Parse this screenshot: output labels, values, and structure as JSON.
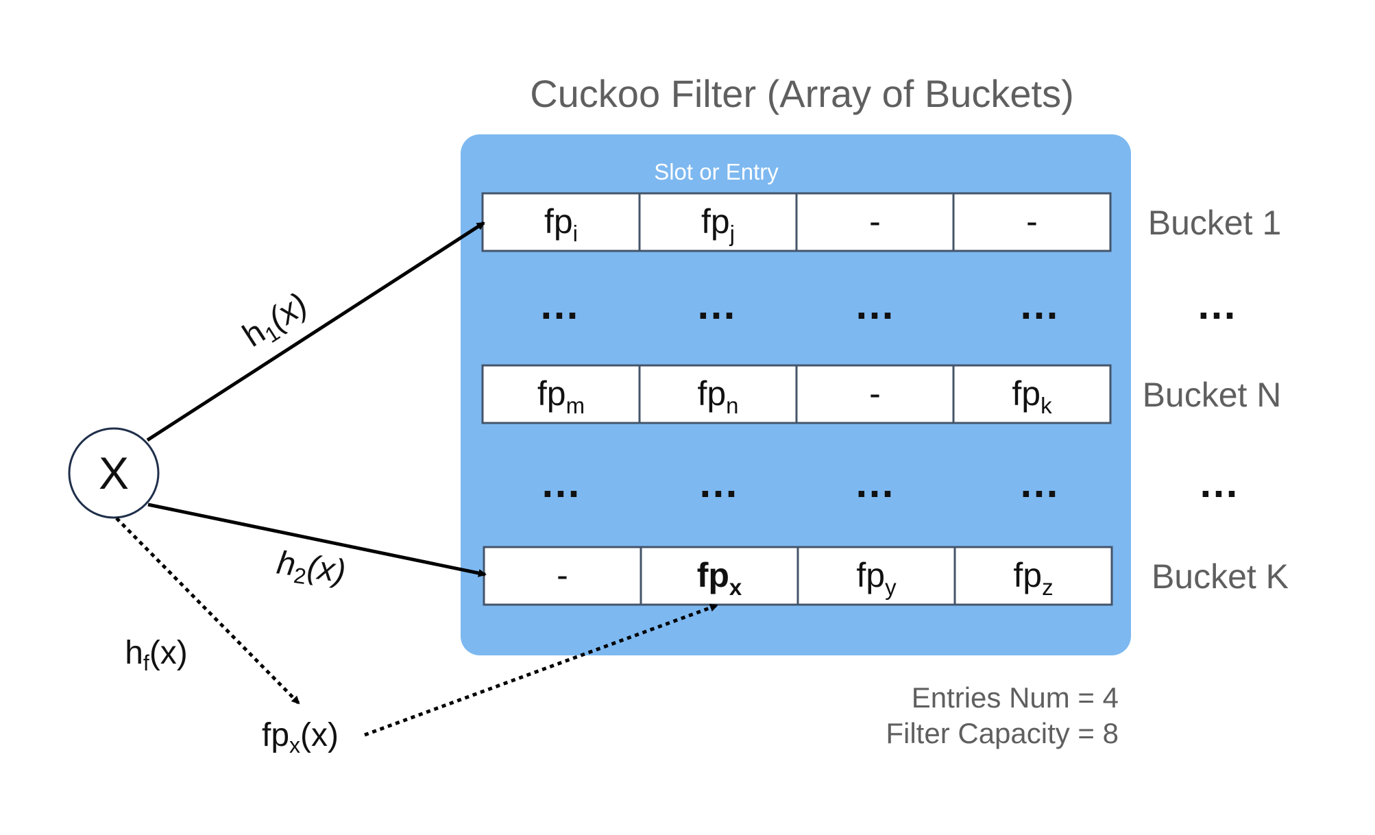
{
  "title": "Cuckoo Filter (Array of Buckets)",
  "slot_header": "Slot or Entry",
  "buckets": [
    {
      "name": "Bucket 1",
      "slots": [
        {
          "base": "fp",
          "sub": "i",
          "bold": false
        },
        {
          "base": "fp",
          "sub": "j",
          "bold": false
        },
        {
          "base": "-",
          "sub": "",
          "bold": false
        },
        {
          "base": "-",
          "sub": "",
          "bold": false
        }
      ]
    },
    {
      "name": "Bucket N",
      "slots": [
        {
          "base": "fp",
          "sub": "m",
          "bold": false
        },
        {
          "base": "fp",
          "sub": "n",
          "bold": false
        },
        {
          "base": "-",
          "sub": "",
          "bold": false
        },
        {
          "base": "fp",
          "sub": "k",
          "bold": false
        }
      ]
    },
    {
      "name": "Bucket K",
      "slots": [
        {
          "base": "-",
          "sub": "",
          "bold": false
        },
        {
          "base": "fp",
          "sub": "x",
          "bold": true
        },
        {
          "base": "fp",
          "sub": "y",
          "bold": false
        },
        {
          "base": "fp",
          "sub": "z",
          "bold": false
        }
      ]
    }
  ],
  "ellipsis": "…",
  "input_node": "X",
  "hash1": {
    "base": "h",
    "sub": "1",
    "arg": "(x)"
  },
  "hash2": {
    "base": "h",
    "sub": "2",
    "arg": "(x)"
  },
  "hashf": {
    "base": "h",
    "sub": "f",
    "arg": "(x)"
  },
  "fingerprint": {
    "base": "fp",
    "sub": "x",
    "arg": "(x)"
  },
  "info": {
    "entries_num": "Entries Num = 4",
    "filter_capacity": "Filter Capacity = 8"
  },
  "colors": {
    "filter_bg": "#7db8f0",
    "cell_border": "#44546a",
    "muted_text": "#5f5f5f"
  }
}
